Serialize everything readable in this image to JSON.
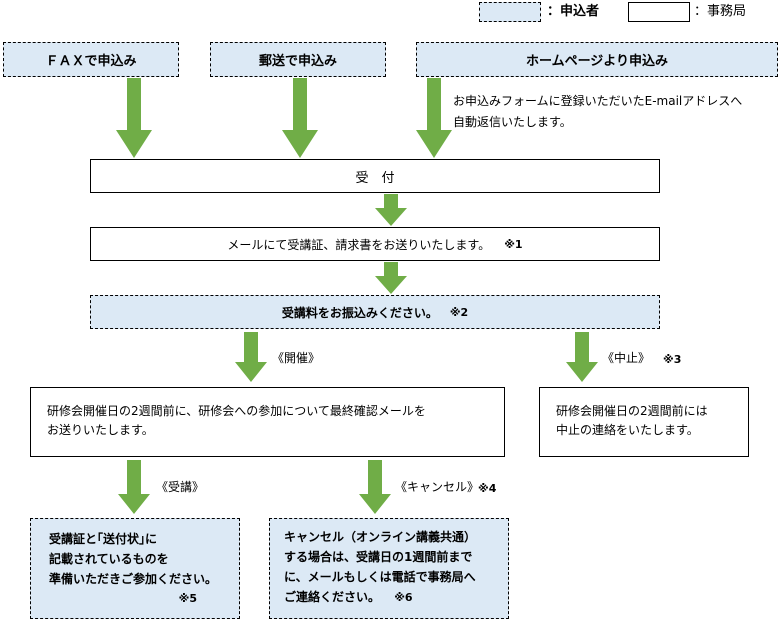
{
  "legend": {
    "applicant_label": "：申込者",
    "office_label": "：事務局"
  },
  "apply": {
    "fax": "ＦＡＸで申込み",
    "mail": "郵送で申込み",
    "web": "ホームページより申込み",
    "web_note_1": "お申込みフォームに登録いただいたE-mailアドレスへ",
    "web_note_2": "自動返信いたします。"
  },
  "reception": {
    "label": "受　付"
  },
  "send_mail": {
    "text": "メールにて受講証、請求書をお送りいたします。",
    "note": "※1"
  },
  "payment": {
    "text": "受講料をお振込みください。",
    "note": "※2"
  },
  "held": {
    "label": "《開催》",
    "line1": "研修会開催日の2週間前に、研修会への参加について最終確認メールを",
    "line2": "お送りいたします。"
  },
  "cancelled": {
    "label": "《中止》",
    "note": "※3",
    "line1": "研修会開催日の2週間前には",
    "line2": "中止の連絡をいたします。"
  },
  "attend": {
    "label": "《受講》",
    "line1": "受講証と｢送付状｣に",
    "line2": "記載されているものを",
    "line3": "準備いただきご参加ください。",
    "note": "※5"
  },
  "cancel": {
    "label": "《キャンセル》",
    "label_note": "※4",
    "line1": "キャンセル（オンライン講義共通）",
    "line2": "する場合は、受講日の1週間前まで",
    "line3": "に、メールもしくは電話で事務局へ",
    "line4": "ご連絡ください。",
    "note": "※6"
  },
  "colors": {
    "applicant_fill": "#dce9f5",
    "arrow": "#70ad47",
    "border": "#000000"
  }
}
